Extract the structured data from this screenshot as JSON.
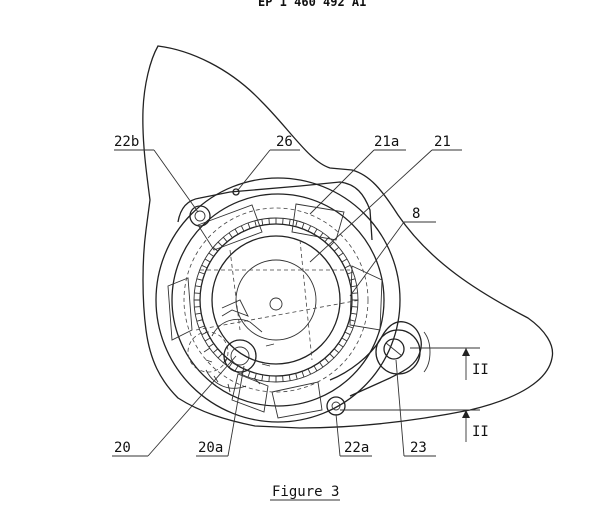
{
  "header": {
    "text": "EP 1 460 492 A1"
  },
  "figure": {
    "caption": "Figure 3"
  },
  "labels": {
    "l22b": "22b",
    "l26": "26",
    "l21a": "21a",
    "l21": "21",
    "l8": "8",
    "l20": "20",
    "l20a": "20a",
    "l22a": "22a",
    "l23": "23",
    "sectionTop": "II",
    "sectionBottom": "II"
  }
}
